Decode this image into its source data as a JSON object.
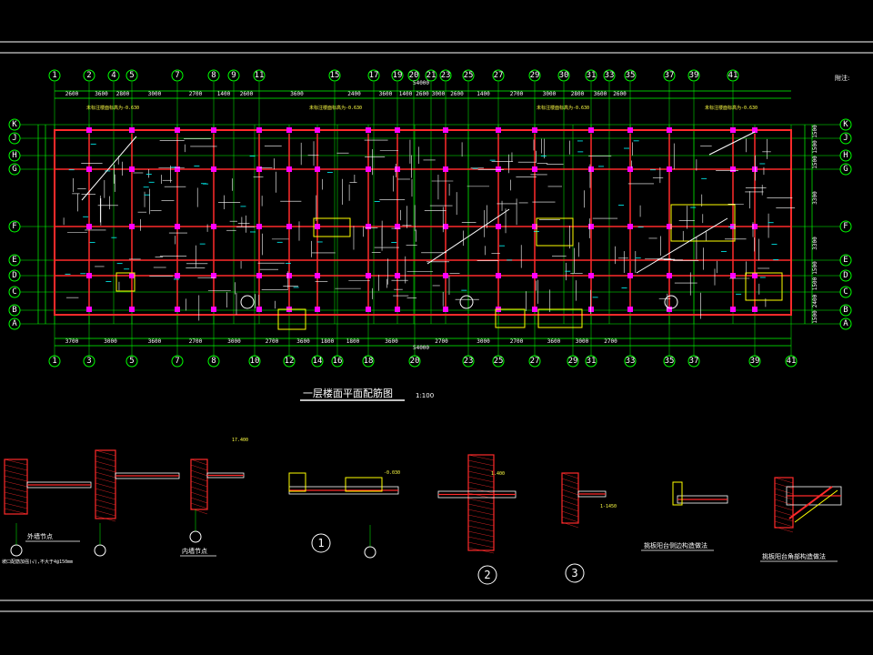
{
  "corner_note": "附注:",
  "plan_title": "一层楼面平面配筋图",
  "plan_scale": "1:100",
  "total_dim_top": "54000",
  "total_dim_bottom": "54000",
  "grid_top": [
    "1",
    "2",
    "4",
    "5",
    "7",
    "8",
    "9",
    "11",
    "15",
    "17",
    "19",
    "20",
    "21",
    "23",
    "25",
    "27",
    "29",
    "30",
    "31",
    "33",
    "35",
    "37",
    "39",
    "41"
  ],
  "grid_bottom": [
    "1",
    "3",
    "5",
    "7",
    "8",
    "10",
    "12",
    "14",
    "16",
    "18",
    "20",
    "23",
    "25",
    "27",
    "29",
    "31",
    "33",
    "35",
    "37",
    "39",
    "41"
  ],
  "grid_rows": [
    "K",
    "J",
    "H",
    "G",
    "F",
    "E",
    "D",
    "C",
    "B",
    "A"
  ],
  "top_dims": [
    "2600",
    "3600",
    "2800",
    "3000",
    "2700",
    "1400",
    "2600",
    "3600",
    "2400",
    "3600",
    "1400",
    "2600",
    "3000",
    "2600",
    "1400",
    "2700",
    "3000",
    "2800",
    "3600",
    "2600"
  ],
  "bottom_dims": [
    "3700",
    "3000",
    "3600",
    "2700",
    "3000",
    "2700",
    "3600",
    "1800",
    "1800",
    "3600",
    "2700",
    "3000",
    "2700",
    "3600",
    "3000",
    "2700"
  ],
  "right_dims": [
    "1500",
    "1500",
    "1500",
    "3300",
    "3300",
    "1500",
    "1500",
    "2400",
    "1500"
  ],
  "plan_notes": [
    "未标注楼面标高为-0.630",
    "未标注楼面标高为-0.630",
    "未标注楼面标高为-0.630",
    "未标注楼面标高为-0.630"
  ],
  "details": [
    {
      "caption": "外墙节点",
      "sub": "坡口配筋加强(√),不大于4@150mm"
    },
    {
      "caption": "内墙节点"
    },
    {
      "caption": "",
      "circle": "1"
    },
    {
      "caption": "",
      "circle": "2"
    },
    {
      "caption": "",
      "circle": "3"
    },
    {
      "caption": "挑板阳台侧边构造做法"
    },
    {
      "caption": "挑板阳台角部构造做法"
    }
  ],
  "detail_labels": [
    "17.400",
    "-0.030",
    "1.400",
    "1-1450"
  ],
  "colors": {
    "background": "#000000",
    "grid": "#00ff00",
    "walls": "#ff2a2a",
    "rebar": "#ffffff",
    "columns": "#ff00ff",
    "dims": "#00ff00",
    "text": "#ffffff",
    "hatch": "#ffff00",
    "cyan": "#00ffff"
  }
}
